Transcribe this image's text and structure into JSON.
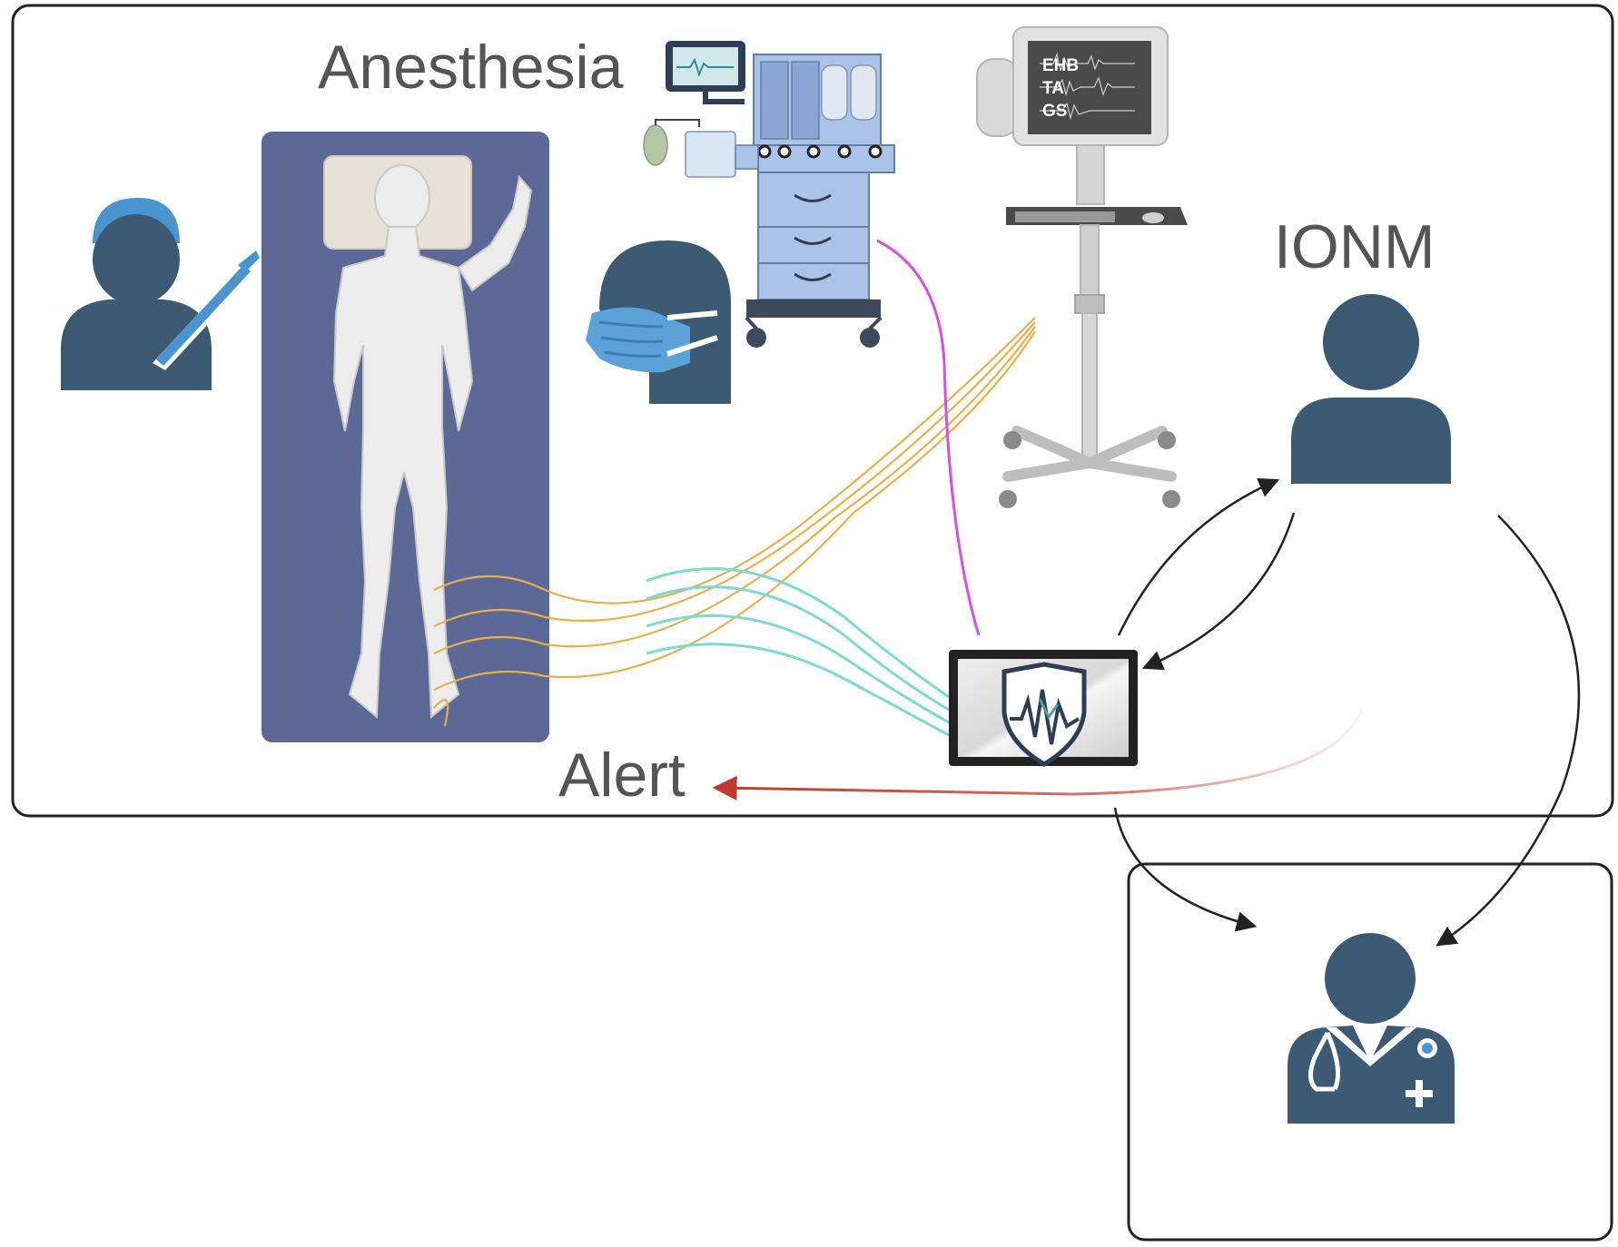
{
  "labels": {
    "anesthesia": "Anesthesia",
    "ionm": "IONM",
    "alert": "Alert"
  },
  "monitor_screen": {
    "channels": [
      "EHB",
      "TA",
      "GS"
    ]
  },
  "colors": {
    "person_icon": "#3d5a73",
    "surgeon_accent": "#4a94cf",
    "bed": "#5c6896",
    "nerve_lines": "#e7b04c",
    "signal_lines": "#7dd9d1",
    "anesthesia_line": "#d84fe0",
    "alert_arrow": "#c0392b",
    "label_text": "#555555",
    "frame": "#222222"
  },
  "icons": {
    "surgeon": "surgeon-icon",
    "anesthesiologist": "anesthesiologist-icon",
    "ionm_technician": "ionm-technician-icon",
    "remote_physician": "remote-physician-icon",
    "patient": "patient-body-icon",
    "anesthesia_machine": "anesthesia-machine-icon",
    "ionm_workstation": "ionm-workstation-icon",
    "ai_device": "ai-monitoring-device-icon"
  }
}
